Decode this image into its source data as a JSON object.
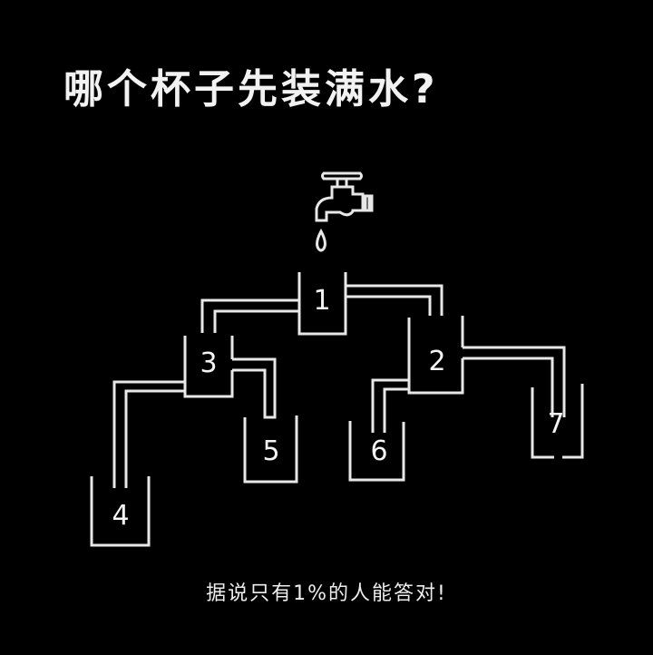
{
  "title": "哪个杯子先装满水?",
  "caption": "据说只有1%的人能答对!",
  "icons": {
    "faucet": "faucet-icon",
    "drop": "water-drop-icon"
  },
  "cups": [
    {
      "id": "cup-1",
      "label": "1"
    },
    {
      "id": "cup-2",
      "label": "2"
    },
    {
      "id": "cup-3",
      "label": "3"
    },
    {
      "id": "cup-4",
      "label": "4"
    },
    {
      "id": "cup-5",
      "label": "5"
    },
    {
      "id": "cup-6",
      "label": "6"
    },
    {
      "id": "cup-7",
      "label": "7"
    }
  ],
  "colors": {
    "background": "#000000",
    "line": "#e8e8e8",
    "text": "#f2f2f2"
  }
}
